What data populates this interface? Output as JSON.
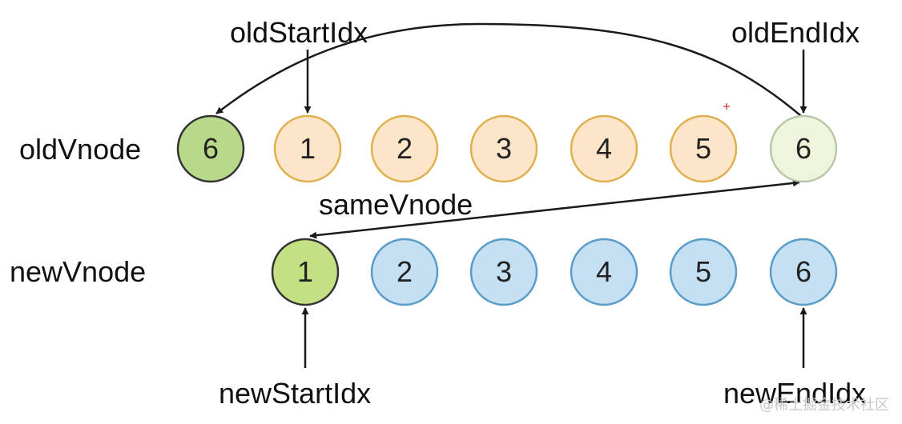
{
  "labels": {
    "old_row": "oldVnode",
    "new_row": "newVnode",
    "old_start": "oldStartIdx",
    "old_end": "oldEndIdx",
    "new_start": "newStartIdx",
    "new_end": "newEndIdx",
    "same": "sameVnode"
  },
  "old_nodes": [
    {
      "value": "6",
      "state": "moved"
    },
    {
      "value": "1",
      "state": "pending"
    },
    {
      "value": "2",
      "state": "pending"
    },
    {
      "value": "3",
      "state": "pending"
    },
    {
      "value": "4",
      "state": "pending"
    },
    {
      "value": "5",
      "state": "pending"
    },
    {
      "value": "6",
      "state": "processed"
    }
  ],
  "new_nodes": [
    {
      "value": "1",
      "state": "matched"
    },
    {
      "value": "2",
      "state": "pending"
    },
    {
      "value": "3",
      "state": "pending"
    },
    {
      "value": "4",
      "state": "pending"
    },
    {
      "value": "5",
      "state": "pending"
    },
    {
      "value": "6",
      "state": "pending"
    }
  ],
  "colors": {
    "moved": {
      "fill": "#b8d98a",
      "stroke": "#333333"
    },
    "old_pending": {
      "fill": "#fce5c8",
      "stroke": "#e0b050"
    },
    "processed": {
      "fill": "#eef5dc",
      "stroke": "#b8c8a8"
    },
    "matched": {
      "fill": "#c4e084",
      "stroke": "#333333"
    },
    "new_pending": {
      "fill": "#c4e0f2",
      "stroke": "#5a9cc8"
    },
    "arrow": "#1a1a1a"
  },
  "watermark": "@稀土掘金技术社区"
}
